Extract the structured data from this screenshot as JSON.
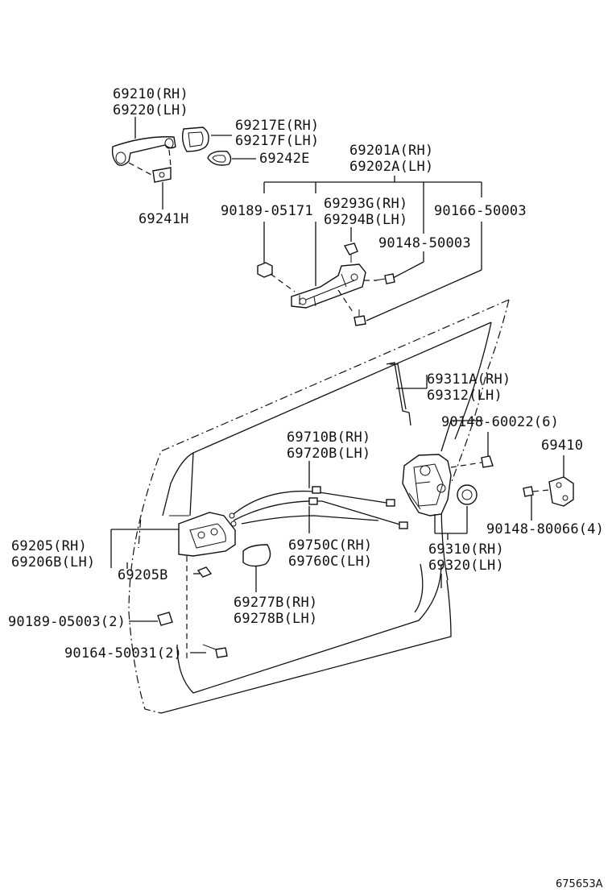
{
  "diagram_id": "675653A",
  "labels": {
    "l69210": "69210(RH)",
    "l69220": "69220(LH)",
    "l69217E": "69217E(RH)",
    "l69217F": "69217F(LH)",
    "l69242E": "69242E",
    "l69201A": "69201A(RH)",
    "l69202A": "69202A(LH)",
    "l69241H": "69241H",
    "l90189_05171": "90189-05171",
    "l69293G": "69293G(RH)",
    "l69294B": "69294B(LH)",
    "l90166_50003": "90166-50003",
    "l90148_50003": "90148-50003",
    "l69311A": "69311A(RH)",
    "l69312": "69312(LH)",
    "l90148_60022": "90148-60022(6)",
    "l69710B": "69710B(RH)",
    "l69720B": "69720B(LH)",
    "l69410": "69410",
    "l90148_80066": "90148-80066(4)",
    "l69205": "69205(RH)",
    "l69206B": "69206B(LH)",
    "l69205B": "69205B",
    "l69750C": "69750C(RH)",
    "l69760C": "69760C(LH)",
    "l69310": "69310(RH)",
    "l69320": "69320(LH)",
    "l90189_05003": "90189-05003(2)",
    "l69277B": "69277B(RH)",
    "l69278B": "69278B(LH)",
    "l90164_50031": "90164-50031(2)"
  }
}
